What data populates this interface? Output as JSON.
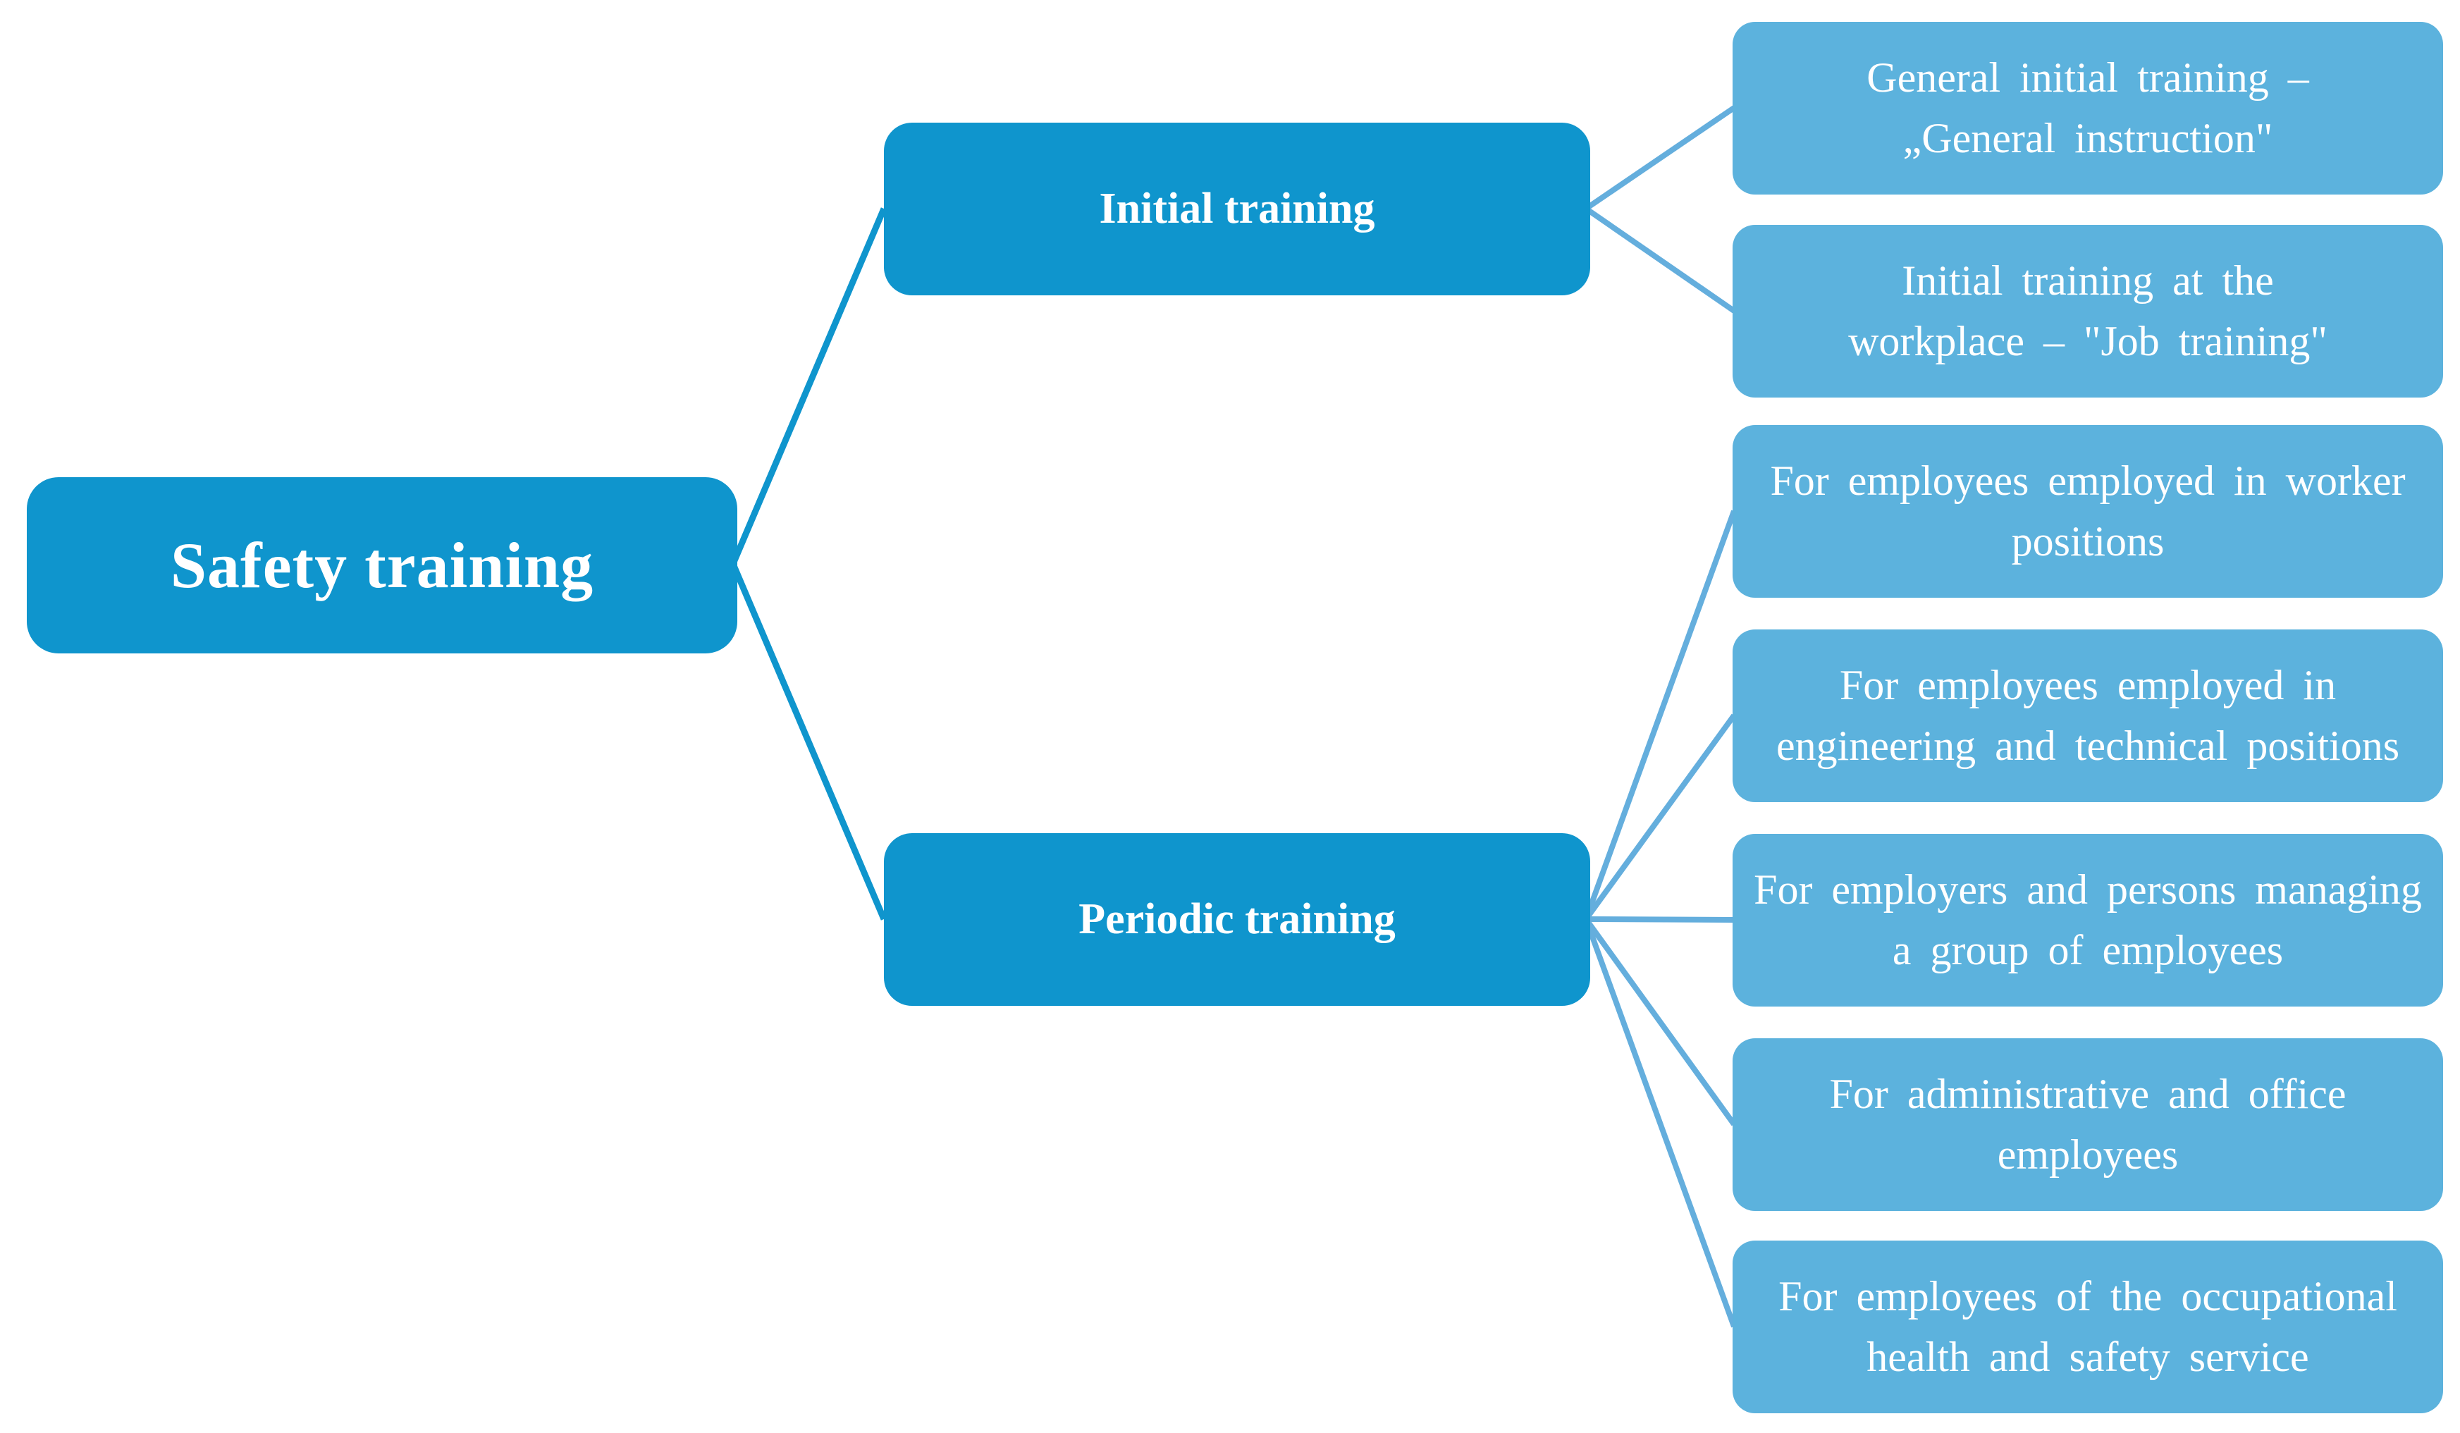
{
  "colors": {
    "node_primary": "#0f95cd",
    "node_secondary": "#5cb2dd",
    "connector_primary": "#0f95cd",
    "connector_secondary": "#64aedd",
    "text": "#ffffff",
    "background": "#ffffff"
  },
  "diagram": {
    "root": {
      "label": "Safety training"
    },
    "branches": [
      {
        "label": "Initial training",
        "children": [
          {
            "lines": [
              "General initial training –",
              "„General instruction\""
            ]
          },
          {
            "lines": [
              "Initial training at the",
              "workplace – \"Job training\""
            ]
          }
        ]
      },
      {
        "label": "Periodic training",
        "children": [
          {
            "lines": [
              "For employees employed in worker",
              "positions"
            ]
          },
          {
            "lines": [
              "For employees employed in",
              "engineering and technical positions"
            ]
          },
          {
            "lines": [
              "For employers and persons managing",
              "a group of employees"
            ]
          },
          {
            "lines": [
              "For administrative and office",
              "employees"
            ]
          },
          {
            "lines": [
              "For employees of the occupational",
              "health and safety service"
            ]
          }
        ]
      }
    ]
  }
}
